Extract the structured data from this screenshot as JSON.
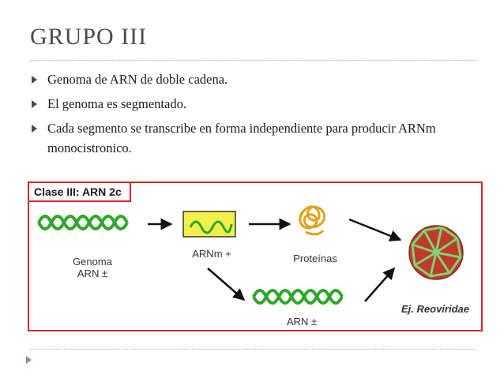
{
  "slide": {
    "title": "GRUPO III",
    "bullets": [
      "Genoma de ARN de doble cadena.",
      "El genoma es segmentado.",
      "Cada segmento se transcribe en forma independiente para producir ARNm monocistronico."
    ]
  },
  "figure": {
    "heading": "Clase III: ARN 2c",
    "labels": {
      "genome_line1": "Genoma",
      "genome_line2": "ARN ±",
      "mrna": "ARNm +",
      "proteins": "Proteínas",
      "arn_ds": "ARN ±",
      "example": "Ej. Reoviridae"
    },
    "colors": {
      "frame": "#d8262b",
      "helix": "#2fa52a",
      "mrna_box": "#f2ee4a",
      "protein": "#e0a21a",
      "virion": "#c0392b"
    }
  }
}
